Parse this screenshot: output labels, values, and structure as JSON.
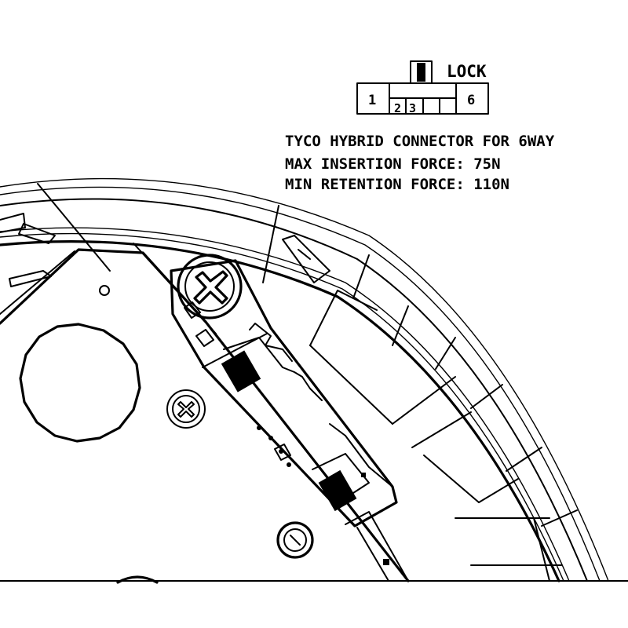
{
  "connector": {
    "lock_label": "LOCK",
    "pins": [
      "1",
      "2",
      "3",
      "6"
    ]
  },
  "notes": {
    "line1": "TYCO HYBRID CONNECTOR FOR 6WAY",
    "line2": "MAX INSERTION FORCE: 75N",
    "line3": "MIN RETENTION FORCE: 110N"
  }
}
